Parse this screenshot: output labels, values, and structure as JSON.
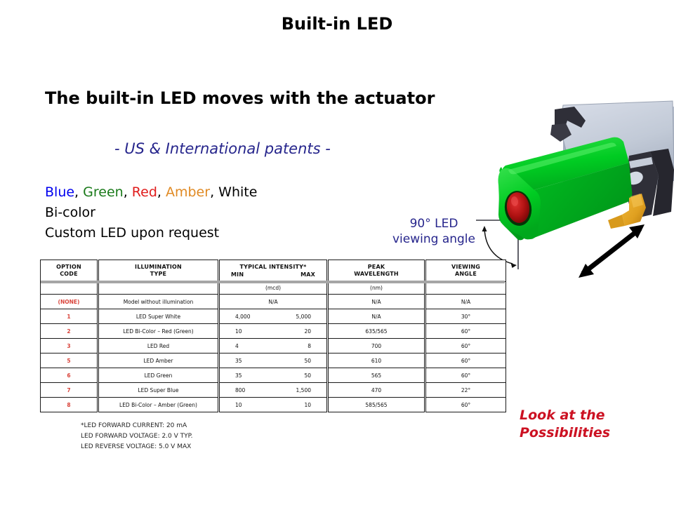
{
  "slide": {
    "title": "Built-in LED",
    "headline": "The built-in LED moves with the actuator",
    "subhead": "- US & International patents -"
  },
  "color_list": {
    "line1": {
      "blue": "Blue",
      "sep1": ", ",
      "green": "Green",
      "sep2": ", ",
      "red": "Red",
      "sep3": ", ",
      "amber": "Amber",
      "sep4": ", ",
      "white": "White"
    },
    "line2": "Bi-color",
    "line3": "Custom LED upon request"
  },
  "callout": {
    "line1": "90° LED",
    "line2": "viewing angle"
  },
  "possibilities": {
    "line1": "Look at the",
    "line2": "Possibilities"
  },
  "table": {
    "headers": {
      "option_code": "OPTION\nCODE",
      "option_code_l1": "OPTION",
      "option_code_l2": "CODE",
      "illumination_l1": "ILLUMINATION",
      "illumination_l2": "TYPE",
      "intensity_l1": "TYPICAL INTENSITY*",
      "intensity_min": "MIN",
      "intensity_max": "MAX",
      "wavelength_l1": "PEAK",
      "wavelength_l2": "WAVELENGTH",
      "angle_l1": "VIEWING",
      "angle_l2": "ANGLE"
    },
    "units_row": {
      "code": "",
      "type": "",
      "intensity": "(mcd)",
      "wavelength": "(nm)",
      "angle": ""
    },
    "rows": [
      {
        "code": "(NONE)",
        "type": "Model without illumination",
        "min": "N/A",
        "max": "",
        "span_intensity": true,
        "wavelength": "N/A",
        "angle": "N/A"
      },
      {
        "code": "1",
        "type": "LED Super White",
        "min": "4,000",
        "max": "5,000",
        "span_intensity": false,
        "wavelength": "N/A",
        "angle": "30°"
      },
      {
        "code": "2",
        "type": "LED Bi-Color – Red (Green)",
        "min": "10",
        "max": "20",
        "span_intensity": false,
        "wavelength": "635/565",
        "angle": "60°"
      },
      {
        "code": "3",
        "type": "LED Red",
        "min": "4",
        "max": "8",
        "span_intensity": false,
        "wavelength": "700",
        "angle": "60°"
      },
      {
        "code": "5",
        "type": "LED Amber",
        "min": "35",
        "max": "50",
        "span_intensity": false,
        "wavelength": "610",
        "angle": "60°"
      },
      {
        "code": "6",
        "type": "LED Green",
        "min": "35",
        "max": "50",
        "span_intensity": false,
        "wavelength": "565",
        "angle": "60°"
      },
      {
        "code": "7",
        "type": "LED Super Blue",
        "min": "800",
        "max": "1,500",
        "span_intensity": false,
        "wavelength": "470",
        "angle": "22°"
      },
      {
        "code": "8",
        "type": "LED Bi-Color – Amber (Green)",
        "min": "10",
        "max": "10",
        "span_intensity": false,
        "wavelength": "585/565",
        "angle": "60°"
      }
    ]
  },
  "footnotes": {
    "line1": "*LED FORWARD CURRENT: 20 mA",
    "line2": "LED FORWARD VOLTAGE:  2.0 V TYP.",
    "line3": "LED REVERSE VOLTAGE:  5.0 V MAX"
  },
  "colors": {
    "subhead_blue": "#26258c",
    "text_blue": "#0000ee",
    "text_green": "#1a7a1a",
    "text_red": "#e01b1b",
    "text_amber": "#e08a24",
    "possibilities_red": "#cc1122",
    "code_red": "#d9443b",
    "product_green": "#00cc22",
    "product_silver": "#c2cad7",
    "product_dark": "#3a3a44",
    "product_lens_red": "#b01212",
    "product_gold": "#e0a020"
  }
}
